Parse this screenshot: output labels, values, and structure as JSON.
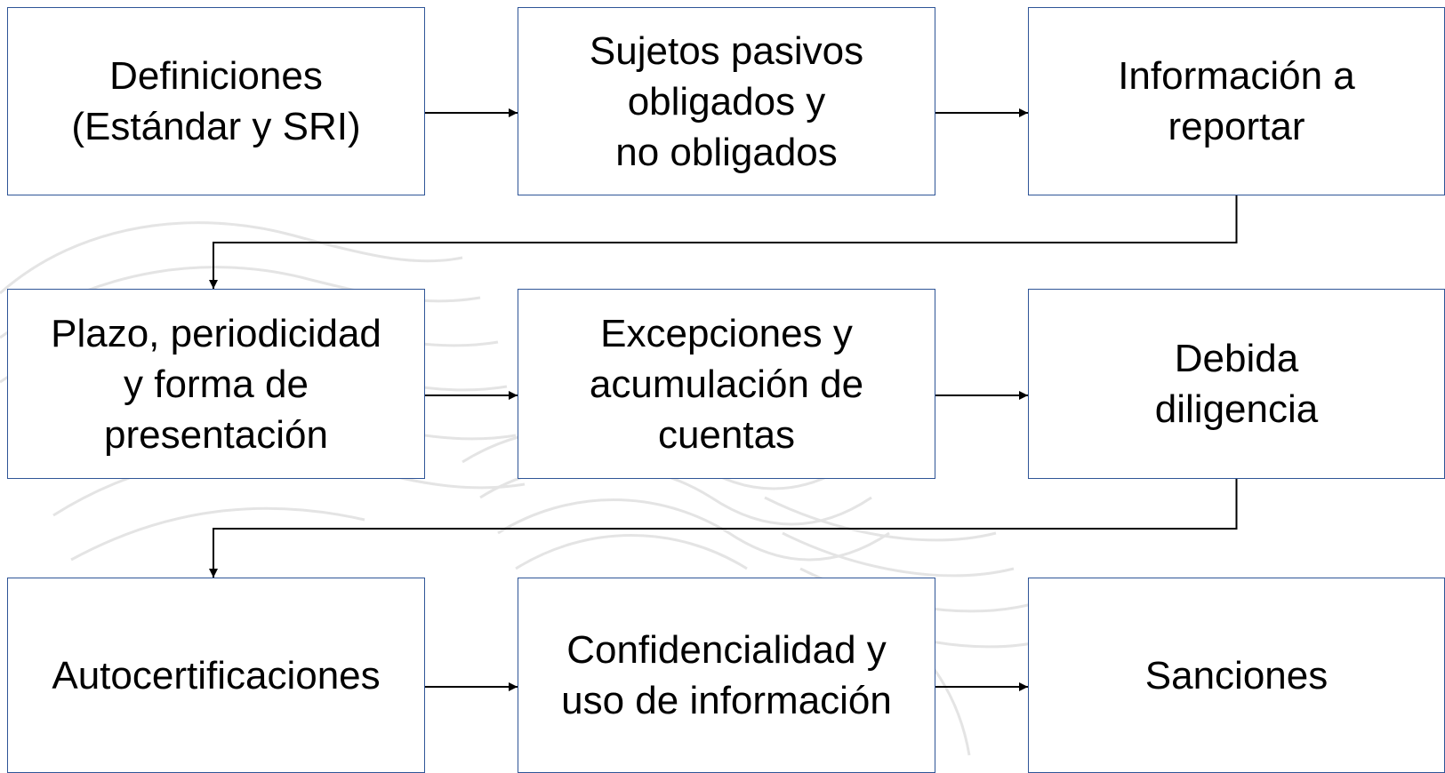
{
  "colors": {
    "box_border": "#2f5597",
    "box_fill": "#ffffff",
    "text": "#000000",
    "connector": "#000000",
    "watermark": "#d9d9d9"
  },
  "watermark_icon": "eagle-emblem-icon",
  "boxes": [
    {
      "id": "definiciones",
      "label": "Definiciones\n(Estándar y SRI)"
    },
    {
      "id": "sujetos",
      "label": "Sujetos pasivos\nobligados y\nno obligados"
    },
    {
      "id": "informacion",
      "label": "Información a\nreportar"
    },
    {
      "id": "plazo",
      "label": "Plazo, periodicidad\ny forma de\npresentación"
    },
    {
      "id": "excepciones",
      "label": "Excepciones y\nacumulación de\ncuentas"
    },
    {
      "id": "debida",
      "label": "Debida\ndiligencia"
    },
    {
      "id": "autocert",
      "label": "Autocertificaciones"
    },
    {
      "id": "confidencialidad",
      "label": "Confidencialidad y\nuso de información"
    },
    {
      "id": "sanciones",
      "label": "Sanciones"
    }
  ],
  "connections": [
    {
      "from": "definiciones",
      "to": "sujetos"
    },
    {
      "from": "sujetos",
      "to": "informacion"
    },
    {
      "from": "informacion",
      "to": "plazo"
    },
    {
      "from": "plazo",
      "to": "excepciones"
    },
    {
      "from": "excepciones",
      "to": "debida"
    },
    {
      "from": "debida",
      "to": "autocert"
    },
    {
      "from": "autocert",
      "to": "confidencialidad"
    },
    {
      "from": "confidencialidad",
      "to": "sanciones"
    }
  ]
}
